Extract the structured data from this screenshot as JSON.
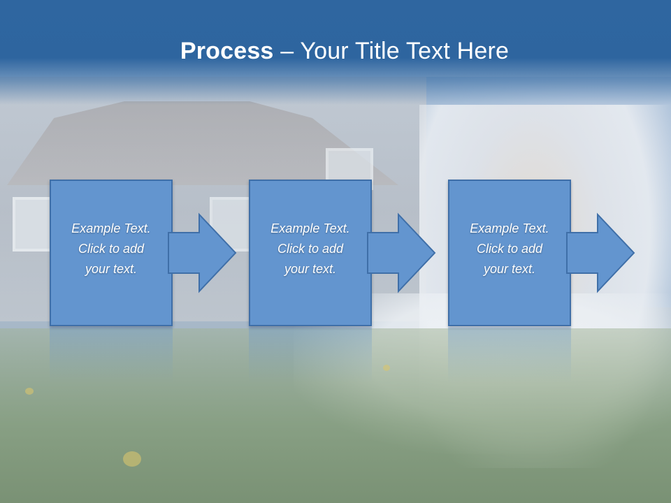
{
  "title": {
    "bold": "Process",
    "rest": " – Your Title Text Here"
  },
  "steps": [
    {
      "line1": "Example Text.",
      "line2": "Click  to add",
      "line3": "your text."
    },
    {
      "line1": "Example Text.",
      "line2": "Click  to add",
      "line3": "your text."
    },
    {
      "line1": "Example Text.",
      "line2": "Click  to add",
      "line3": "your text."
    }
  ],
  "colors": {
    "title_bar": "#2f66a0",
    "box_fill": "#6395cf",
    "box_border": "#3f6fa8",
    "text": "#ffffff"
  }
}
